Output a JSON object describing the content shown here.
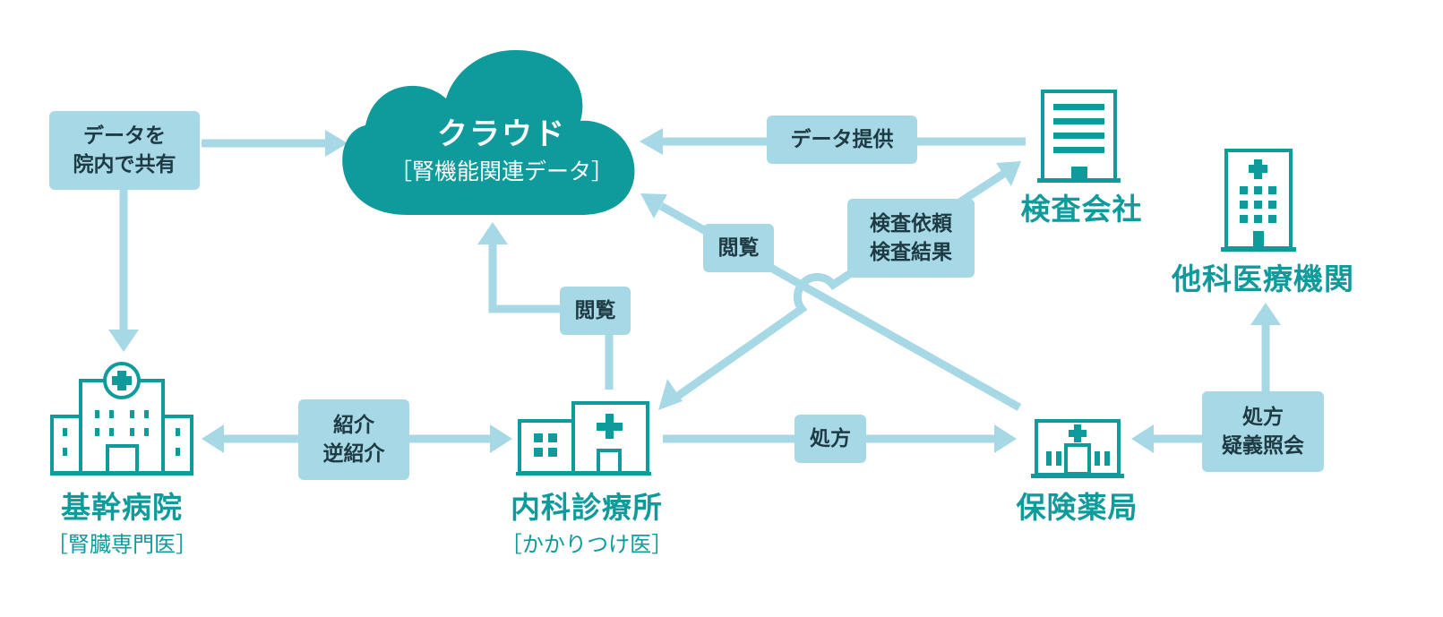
{
  "colors": {
    "teal": "#0f9a9c",
    "arrow": "#a6d9e5",
    "label_bg": "#a6d9e5",
    "label_text": "#1e3a44"
  },
  "cloud": {
    "title": "クラウド",
    "subtitle": "［腎機能関連データ］"
  },
  "nodes": {
    "hospital": {
      "title": "基幹病院",
      "subtitle": "［腎臓専門医］",
      "icon": "hospital-icon"
    },
    "clinic": {
      "title": "内科診療所",
      "subtitle": "［かかりつけ医］",
      "icon": "clinic-icon"
    },
    "lab": {
      "title": "検査会社",
      "icon": "office-building-icon"
    },
    "pharmacy": {
      "title": "保険薬局",
      "icon": "pharmacy-icon"
    },
    "other": {
      "title": "他科医療機関",
      "icon": "medical-building-icon"
    }
  },
  "labels": {
    "share": [
      "データを",
      "院内で共有"
    ],
    "provide": "データ提供",
    "test": [
      "検査依頼",
      "検査結果"
    ],
    "browse_pharmacy": "閲覧",
    "browse_clinic": "閲覧",
    "referral": [
      "紹介",
      "逆紹介"
    ],
    "prescription": "処方",
    "inquiry": [
      "処方",
      "疑義照会"
    ]
  }
}
